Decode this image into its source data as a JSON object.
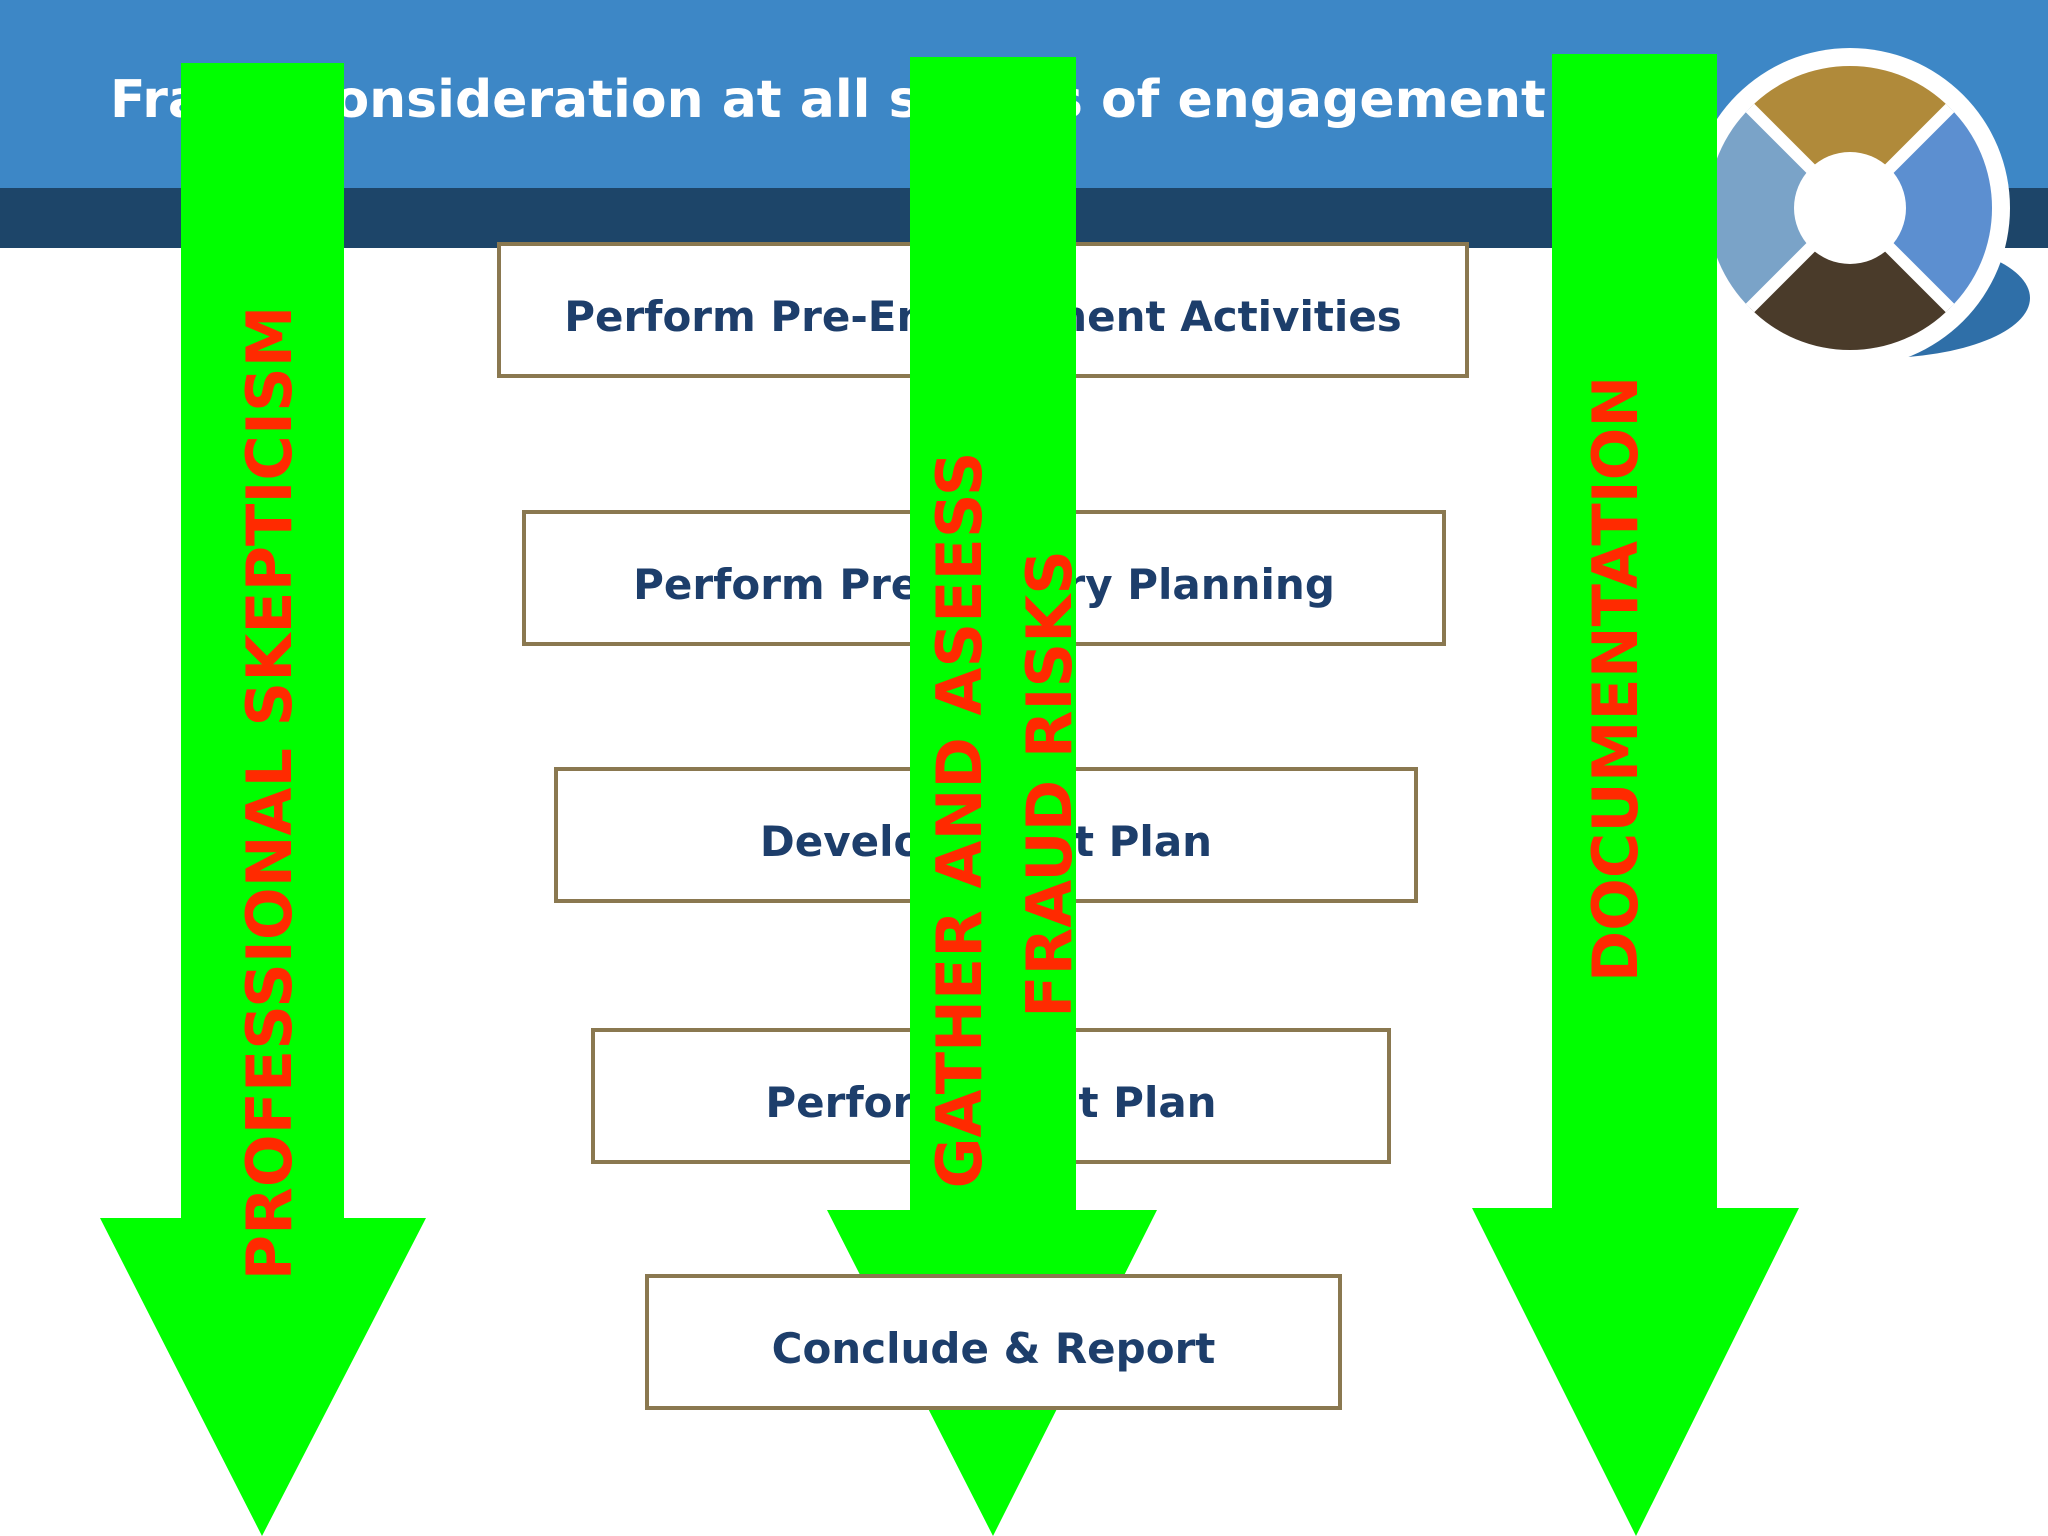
{
  "title": "Fraud Consideration at all stages of engagement",
  "steps": [
    "Perform Pre-Engagement Activities",
    "Perform Preliminary Planning",
    "Develop Audit Plan",
    "Perform Audit Plan",
    "Conclude & Report"
  ],
  "arrows": [
    {
      "label": "PROFESSIONAL SKEPTICISM"
    },
    {
      "label_line1": "GATHER AND ASEESS",
      "label_line2": "FRAUD RISKS"
    },
    {
      "label": "DOCUMENTATION"
    }
  ],
  "colors": {
    "header": "#3d87c6",
    "header_band": "#1d4569",
    "arrow_fill": "#00ff00",
    "arrow_text": "#ff2a00",
    "step_border": "#8a7850",
    "step_text": "#1d3e6b"
  }
}
